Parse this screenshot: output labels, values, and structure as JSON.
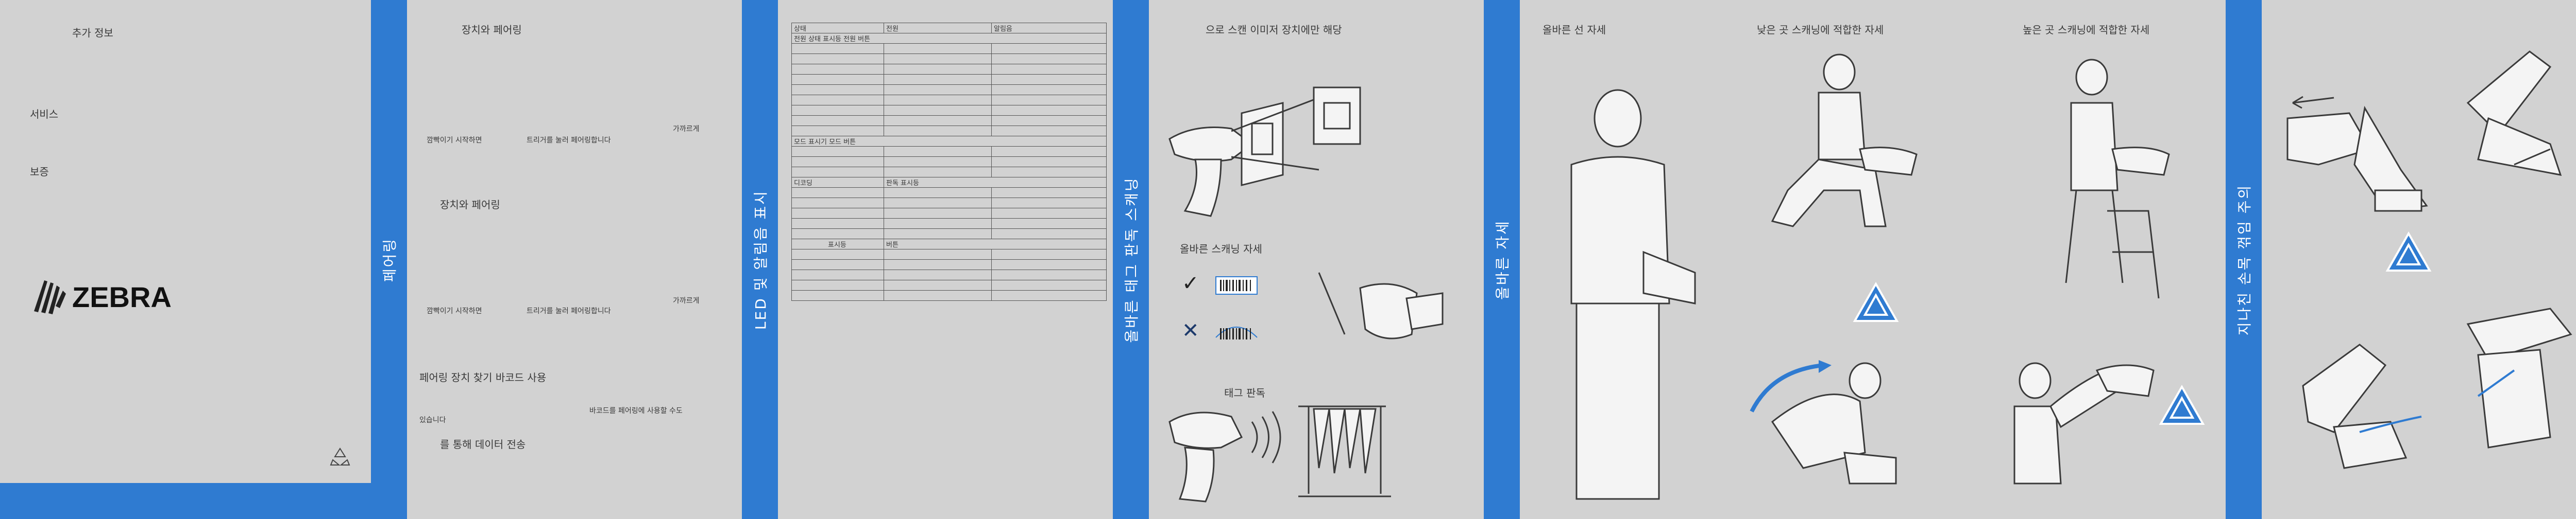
{
  "panel1": {
    "additional_info": "추가 정보",
    "service": "서비스",
    "warranty": "보증",
    "logo_text": "ZEBRA",
    "bar_label": "페어링"
  },
  "panel2": {
    "heading1": "장치와 페어링",
    "step1_a": "깜빡이기 시작하면",
    "step1_b": "트리거를 눌러 페어링합니다",
    "step1_c": "가까르게",
    "heading2": "장치와 페어링",
    "step2_a": "깜빡이기 시작하면",
    "step2_b": "트리거를 눌러 페어링합니다",
    "step2_c": "가까르게",
    "heading3": "페어링 장치 찾기 바코드 사용",
    "note_a": "바코드를 페어링에 사용할 수도",
    "note_b": "있습니다",
    "heading4": "를 통해 데이터 전송",
    "bar_label": "LED 및 알림음 표시"
  },
  "panel3": {
    "table": {
      "headers": [
        "상태",
        "전원",
        "알림음"
      ],
      "row_label": "전원 상태 표시등 전원 버튼",
      "section2_label": "모드 표시기 모드 버튼",
      "section3_label_a": "디코딩",
      "section3_label_b": "판독 표시등",
      "section4_label_a": "표시등",
      "section4_label_b": "버튼"
    },
    "bar_label": "올바른 태그 판독 스캐닝"
  },
  "panel4": {
    "heading": "으로 스캔 이미저 장치에만 해당",
    "posture_label": "올바른 스캐닝 자세",
    "tag_label": "태그 판독",
    "check_symbol": "✓",
    "cross_symbol": "✕",
    "bar_label": "올바른 자세"
  },
  "panel5": {
    "correct_posture": "올바른 선 자세",
    "low_scan": "낮은 곳 스캐닝에 적합한 자세",
    "high_scan": "높은 곳 스캐닝에 적합한 자세",
    "bar_label": "지나친 손목 꺾임 주의"
  },
  "colors": {
    "accent_blue": "#2f7bd1",
    "panel_gray": "#d2d2d2",
    "line_dark": "#3a3a3a"
  }
}
